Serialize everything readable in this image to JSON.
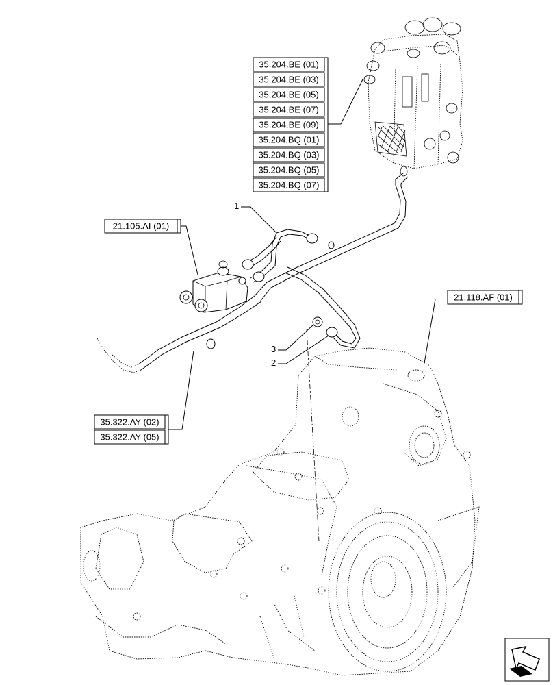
{
  "references": {
    "valve_refs": [
      "35.204.BE (01)",
      "35.204.BE (03)",
      "35.204.BE (05)",
      "35.204.BE (07)",
      "35.204.BE (09)",
      "35.204.BQ (01)",
      "35.204.BQ (03)",
      "35.204.BQ (05)",
      "35.204.BQ (07)"
    ],
    "left_ref": "21.105.AI (01)",
    "right_ref": "21.118.AF (01)",
    "bottom_refs": [
      "35.322.AY (02)",
      "35.322.AY (05)"
    ]
  },
  "callouts": {
    "c1": "1",
    "c2": "2",
    "c3": "3"
  },
  "nav_icon": "arrow-back-icon"
}
